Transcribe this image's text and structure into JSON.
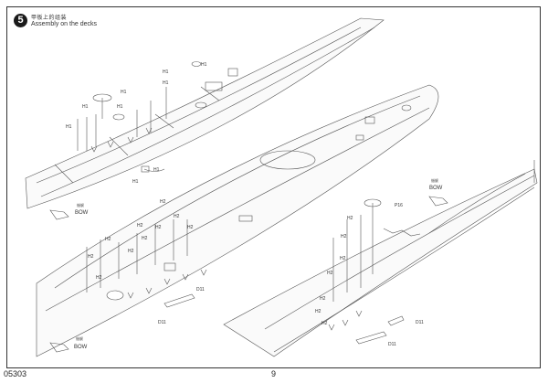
{
  "step": {
    "number": "5",
    "title_cn": "甲板上的组装",
    "title_en": "Assembly on the decks"
  },
  "footer": {
    "code": "05303",
    "page": "9"
  },
  "bow_labels": [
    {
      "cn": "艏艉",
      "en": "BOW"
    },
    {
      "cn": "艏艉",
      "en": "BOW"
    },
    {
      "cn": "艏艉",
      "en": "BOW"
    }
  ],
  "part_labels": {
    "ship1": [
      "H1",
      "H1",
      "H1",
      "H1",
      "H1",
      "H1",
      "H1",
      "H1",
      "H1"
    ],
    "ship2": [
      "H2",
      "H2",
      "H2",
      "H2",
      "H2",
      "H2",
      "H2",
      "H2",
      "H2",
      "H2",
      "D11",
      "D11"
    ],
    "ship3": [
      "P16",
      "H2",
      "H2",
      "H2",
      "H2",
      "H2",
      "H2",
      "H2",
      "D11",
      "D11"
    ]
  }
}
